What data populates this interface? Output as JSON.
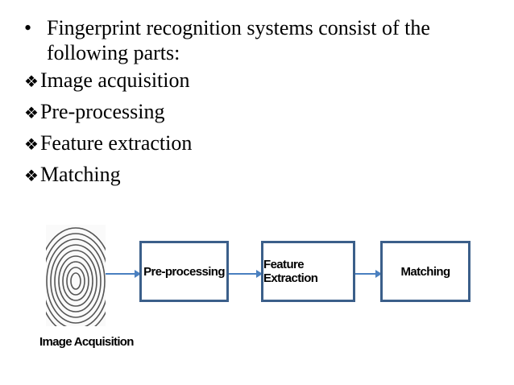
{
  "bullets": {
    "intro_marker": "•",
    "intro": "Fingerprint recognition systems consist of the following parts:",
    "items": [
      "Image acquisition",
      "Pre-processing",
      "Feature extraction",
      "Matching"
    ]
  },
  "diagram": {
    "stages": [
      "Pre-processing",
      "Feature Extraction",
      "Matching"
    ],
    "caption": "Image Acquisition",
    "box_border_color": "#3b5f8a",
    "arrow_color": "#4a80c0"
  }
}
